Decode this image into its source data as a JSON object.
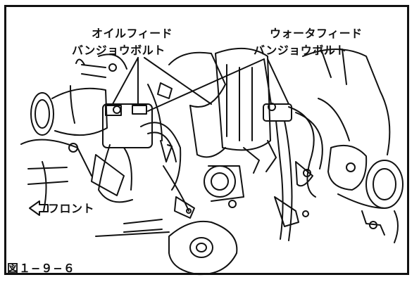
{
  "labels": {
    "oil_feed_line1": "オイルフィード",
    "oil_feed_line2": "バンジョウボルト",
    "water_feed_line1": "ウォータフィード",
    "water_feed_line2": "バンジョウボルト",
    "front": "フロント",
    "figure_number": "図１−９−６"
  },
  "colors": {
    "ink": "#111111",
    "paper": "#ffffff"
  },
  "icons": {
    "front_arrow": "left-arrow-outline-icon"
  }
}
